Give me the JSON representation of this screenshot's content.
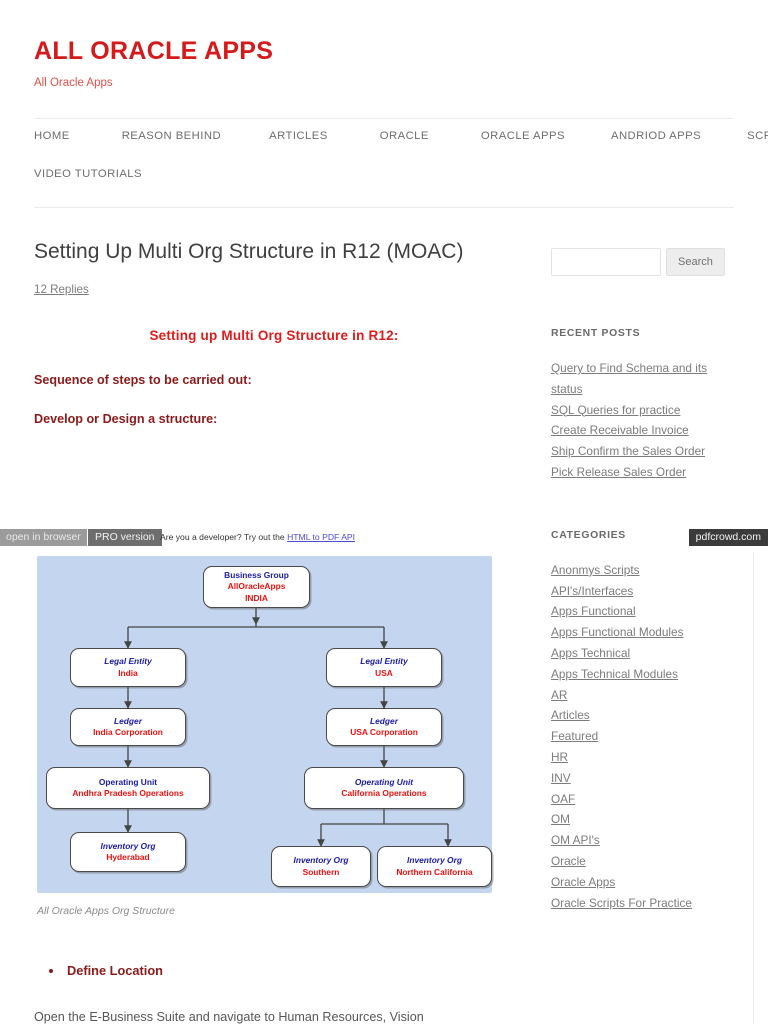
{
  "site": {
    "title": "ALL ORACLE APPS",
    "description": "All Oracle Apps"
  },
  "nav": {
    "row1": [
      "HOME",
      "REASON BEHIND",
      "ARTICLES",
      "ORACLE",
      "ORACLE APPS",
      "ANDRIOD APPS",
      "SCRIPTS"
    ],
    "row2": [
      "VIDEO TUTORIALS"
    ]
  },
  "article": {
    "title": "Setting Up Multi Org Structure in R12 (MOAC)",
    "replies": "12 Replies",
    "heading_center": "Setting up Multi Org Structure in R12:",
    "heading_1": "Sequence of steps to be carried out:",
    "heading_2": "Develop or Design a structure:",
    "bullet_1": "Define Location",
    "paragraph_1": "Open the E-Business Suite and navigate to Human Resources, Vision",
    "figure_caption": "All Oracle Apps Org Structure"
  },
  "pdfbar": {
    "open_in_browser": "open in browser",
    "pro_version": "PRO version",
    "ask": "Are you a developer? Try out the",
    "api_link": "HTML to PDF API",
    "domain": "pdfcrowd.com"
  },
  "search": {
    "value": "",
    "placeholder": "",
    "button": "Search"
  },
  "recent_posts": {
    "title": "RECENT POSTS",
    "items": [
      "Query to Find Schema and its status",
      "SQL Queries for practice",
      "Create Receivable Invoice",
      "Ship Confirm the Sales Order",
      "Pick Release Sales Order"
    ]
  },
  "categories": {
    "title": "CATEGORIES",
    "items": [
      "Anonmys Scripts",
      "API's/Interfaces",
      "Apps Functional",
      "Apps Functional Modules",
      "Apps Technical",
      "Apps Technical Modules",
      "AR",
      "Articles",
      "Featured",
      "HR",
      "INV",
      "OAF",
      "OM",
      "OM API's",
      "Oracle",
      "Oracle Apps",
      "Oracle Scripts For Practice"
    ]
  },
  "chart_data": {
    "type": "diagram",
    "title": "All Oracle Apps Org Structure",
    "background": "#c3d5ef",
    "label_color": "#1a1aa8",
    "value_color": "#f01010",
    "nodes": [
      {
        "id": "bg",
        "type": "Business Group",
        "name": "AllOracleApps",
        "name2": "INDIA"
      },
      {
        "id": "le1",
        "type": "Legal Entity",
        "name": "India"
      },
      {
        "id": "le2",
        "type": "Legal Entity",
        "name": "USA"
      },
      {
        "id": "ld1",
        "type": "Ledger",
        "name": "India Corporation"
      },
      {
        "id": "ld2",
        "type": "Ledger",
        "name": "USA Corporation"
      },
      {
        "id": "ou1",
        "type": "Operating Unit",
        "name": "Andhra Pradesh Operations"
      },
      {
        "id": "ou2",
        "type": "Operating Unit",
        "name": "California Operations"
      },
      {
        "id": "io1",
        "type": "Inventory Org",
        "name": "Hyderabad"
      },
      {
        "id": "io2",
        "type": "Inventory Org",
        "name": "Southern"
      },
      {
        "id": "io3",
        "type": "Inventory Org",
        "name": "Northern California"
      }
    ],
    "edges": [
      [
        "bg",
        "le1"
      ],
      [
        "bg",
        "le2"
      ],
      [
        "le1",
        "ld1"
      ],
      [
        "ld1",
        "ou1"
      ],
      [
        "ou1",
        "io1"
      ],
      [
        "le2",
        "ld2"
      ],
      [
        "ld2",
        "ou2"
      ],
      [
        "ou2",
        "io2"
      ],
      [
        "ou2",
        "io3"
      ]
    ]
  }
}
